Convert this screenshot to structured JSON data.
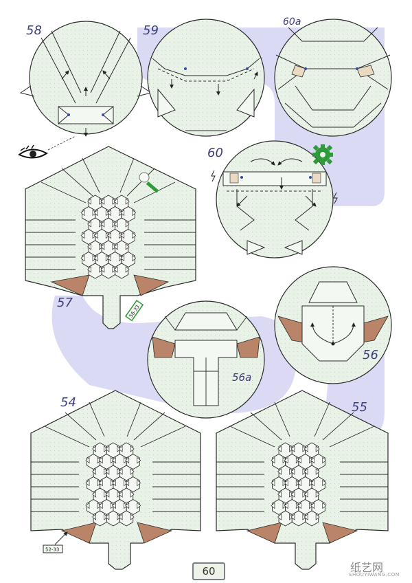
{
  "steps": {
    "s54": "54",
    "s55": "55",
    "s56": "56",
    "s56a": "56a",
    "s57": "57",
    "s58": "58",
    "s59": "59",
    "s60": "60",
    "s60a": "60a"
  },
  "refs": {
    "ref_56_33": "56-33",
    "ref_52_33": "52-33"
  },
  "page_number": "60",
  "watermark": {
    "logo_text": "纸艺网",
    "url": "SHOUYIWANG.COM"
  },
  "colors": {
    "paper": "#e8f2e6",
    "paper_line": "#2b2b2b",
    "backdrop": "#c9c7ee",
    "brown": "#b98467",
    "gear": "#2f9a3a",
    "label": "#3a3f7a"
  },
  "icons": [
    "eye-icon",
    "gear-icon",
    "pin-icon",
    "arrow-icon"
  ]
}
